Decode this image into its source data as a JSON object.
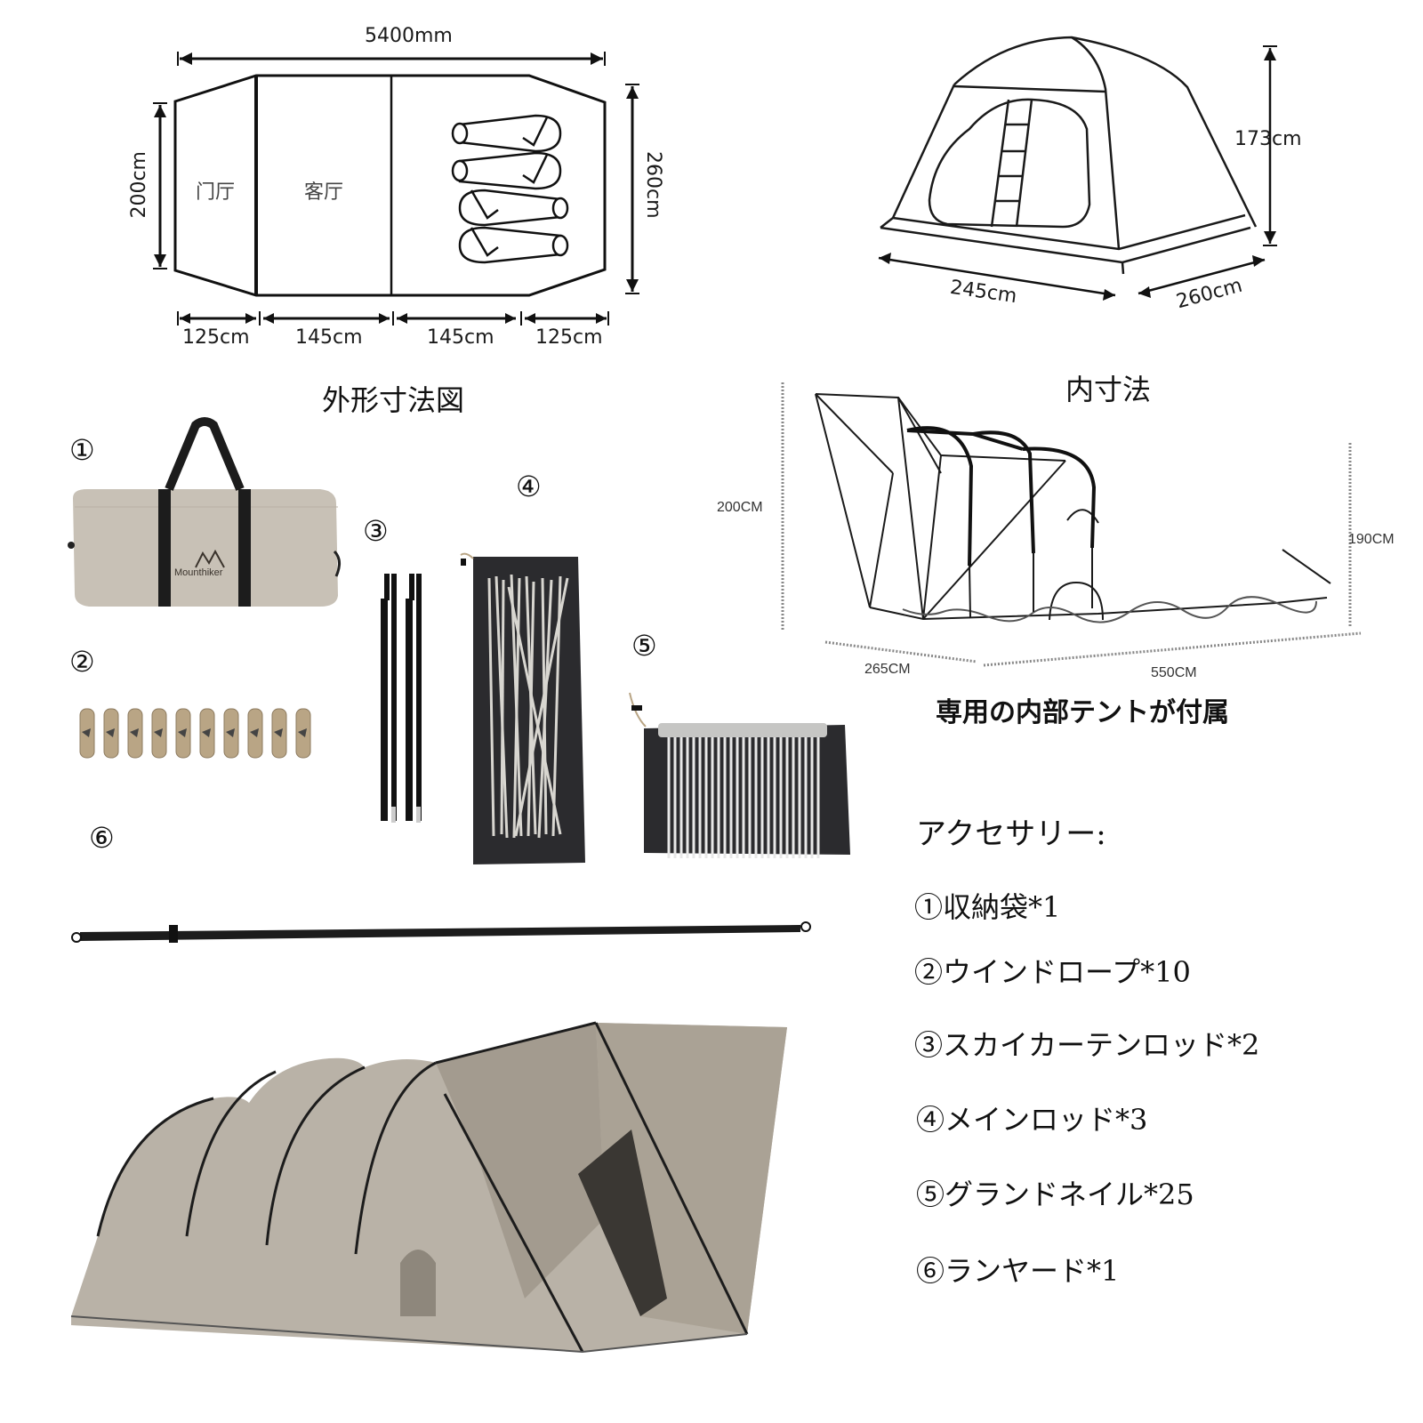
{
  "exterior_diagram": {
    "title": "外形寸法図",
    "total_length": "5400mm",
    "height_left": "200cm",
    "height_right": "260cm",
    "rooms": {
      "vestibule": "门厅",
      "living_room": "客厅"
    },
    "segments": [
      "125cm",
      "145cm",
      "145cm",
      "125cm"
    ]
  },
  "inner_tent_diagram": {
    "title": "内寸法",
    "height": "173cm",
    "width": "245cm",
    "depth": "260cm"
  },
  "tunnel_diagram": {
    "caption": "専用の内部テントが付属",
    "height_front": "200CM",
    "height_rear": "190CM",
    "width": "265CM",
    "length": "550CM"
  },
  "item_markers": {
    "bag": "①",
    "ropes": "②",
    "sky_curtain_rods": "③",
    "main_rods": "④",
    "ground_nails": "⑤",
    "lanyard": "⑥"
  },
  "bag": {
    "brand": "Mounthiker"
  },
  "accessories": {
    "title": "アクセサリー:",
    "items": [
      {
        "label": "①収納袋*1"
      },
      {
        "label": "②ウインドロープ*10"
      },
      {
        "label": "③スカイカーテンロッド*2"
      },
      {
        "label": "④メインロッド*3"
      },
      {
        "label": "⑤グランドネイル*25"
      },
      {
        "label": "⑥ランヤード*1"
      }
    ]
  },
  "colors": {
    "line": "#1a1a1a",
    "tent_fabric": "#b9b2a7",
    "tent_fabric_shade": "#a39b8f",
    "bag_fabric": "#c8c1b6",
    "strap": "#1c1c1c",
    "pouch": "#2b2b2e",
    "rope": "#b9a585",
    "pole_silver": "#d8d6d0"
  }
}
